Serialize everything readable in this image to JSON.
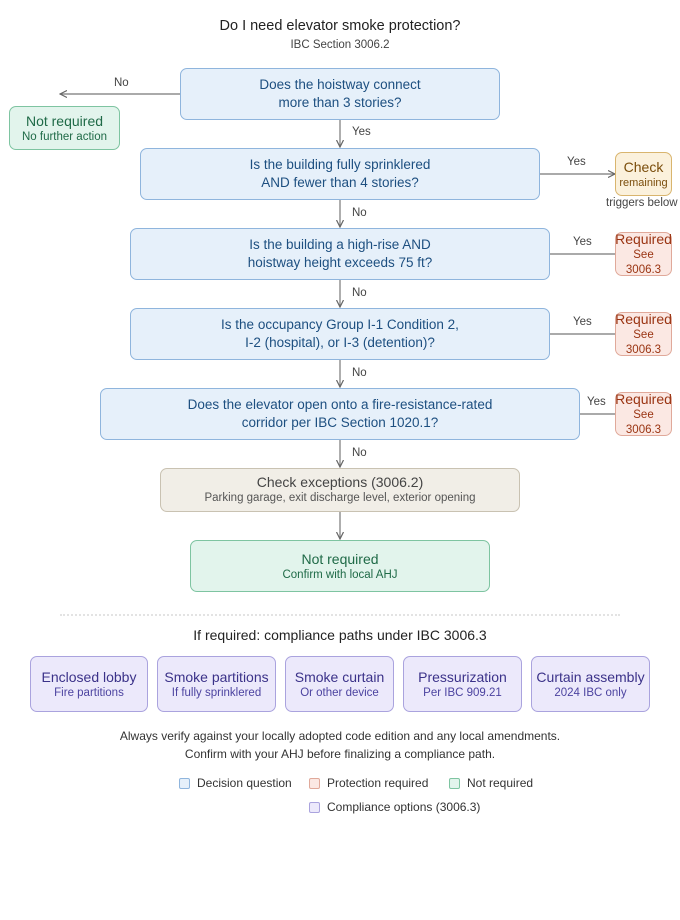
{
  "header": {
    "title": "Do I need elevator smoke protection?",
    "subtitle": "IBC Section 3006.2"
  },
  "questions": [
    {
      "line1": "Does the hoistway connect",
      "line2": "more than 3 stories?"
    },
    {
      "line1": "Is the building fully sprinklered",
      "line2": "AND fewer than 4 stories?"
    },
    {
      "line1": "Is the building a high-rise AND",
      "line2": "hoistway height exceeds 75 ft?"
    },
    {
      "line1": "Is the occupancy Group I-1 Condition 2,",
      "line2": "I-2 (hospital), or I-3 (detention)?"
    },
    {
      "line1": "Does the elevator open onto a fire-resistance-rated",
      "line2": "corridor per IBC Section 1020.1?"
    }
  ],
  "edge_labels": {
    "yes": "Yes",
    "no": "No"
  },
  "outcomes": {
    "not_required_top": {
      "title": "Not required",
      "sub": "No further action"
    },
    "check": {
      "title": "Check",
      "sub": "remaining",
      "note": "triggers below"
    },
    "required": {
      "title": "Required",
      "sub": "See 3006.3"
    },
    "exceptions": {
      "title": "Check exceptions (3006.2)",
      "sub": "Parking garage, exit discharge level, exterior opening"
    },
    "not_required_bottom": {
      "title": "Not required",
      "sub": "Confirm with local AHJ"
    }
  },
  "compliance": {
    "heading": "If required: compliance paths under IBC 3006.3",
    "options": [
      {
        "title": "Enclosed lobby",
        "sub": "Fire partitions"
      },
      {
        "title": "Smoke partitions",
        "sub": "If fully sprinklered"
      },
      {
        "title": "Smoke curtain",
        "sub": "Or other device"
      },
      {
        "title": "Pressurization",
        "sub": "Per IBC 909.21"
      },
      {
        "title": "Curtain assembly",
        "sub": "2024 IBC only"
      }
    ]
  },
  "footer": {
    "line1": "Always verify against your locally adopted code edition and any local amendments.",
    "line2": "Confirm with your AHJ before finalizing a compliance path."
  },
  "legend": {
    "decision": "Decision question",
    "protection": "Protection required",
    "not_required": "Not required",
    "compliance": "Compliance options (3006.3)"
  },
  "colors": {
    "question": "#e6f0fa",
    "required": "#fbe8e3",
    "not_required": "#e2f4ec",
    "compliance": "#ece9fb",
    "check": "#fbf1dc",
    "exceptions": "#f1eee7"
  }
}
